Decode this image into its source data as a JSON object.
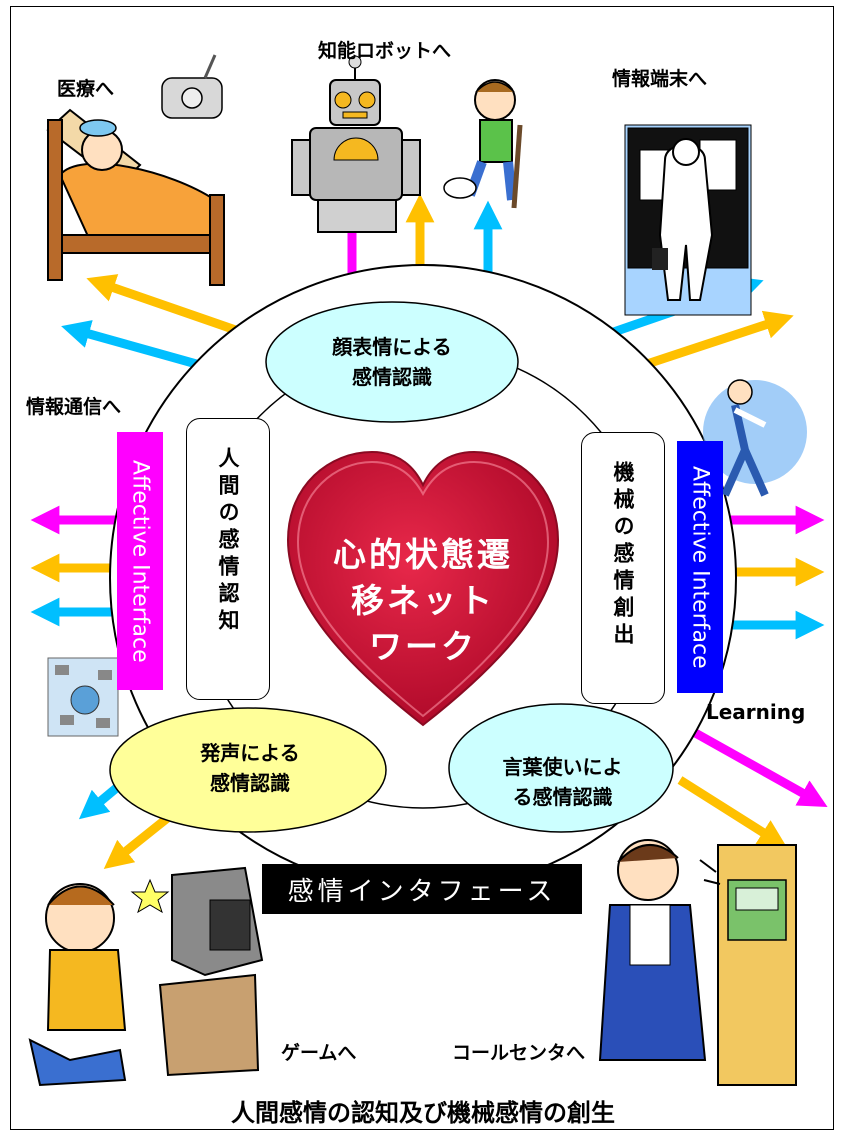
{
  "labels": {
    "medical": "医療へ",
    "robot": "知能ロボットへ",
    "terminal": "情報端末へ",
    "telecom": "情報通信へ",
    "learning": "Learning",
    "game": "ゲームへ",
    "callcenter": "コールセンタへ"
  },
  "ovals": {
    "face_line1": "顔表情による",
    "face_line2": "感情認識",
    "voice_line1": "発声による",
    "voice_line2": "感情認識",
    "word_line1": "言葉使いによ",
    "word_line2": "る感情認識"
  },
  "boxes": {
    "human": "人間の感情認知",
    "machine": "機械の感情創出"
  },
  "affective": {
    "left": "Affective Interface",
    "right": "Affective Interface"
  },
  "heart": {
    "line1": "心的状態遷",
    "line2": "移ネット",
    "line3": "ワーク"
  },
  "banner": "感情インタフェース",
  "footer": "人間感情の認知及び機械感情の創生",
  "colors": {
    "magenta": "#ff00ff",
    "gold": "#ffc000",
    "cyan": "#00bfff",
    "heart": "#cc1036",
    "oval_cyan": "#ccffff",
    "oval_yellow": "#ffff99",
    "affective_left": "#ff00ff",
    "affective_right": "#0000ff"
  }
}
